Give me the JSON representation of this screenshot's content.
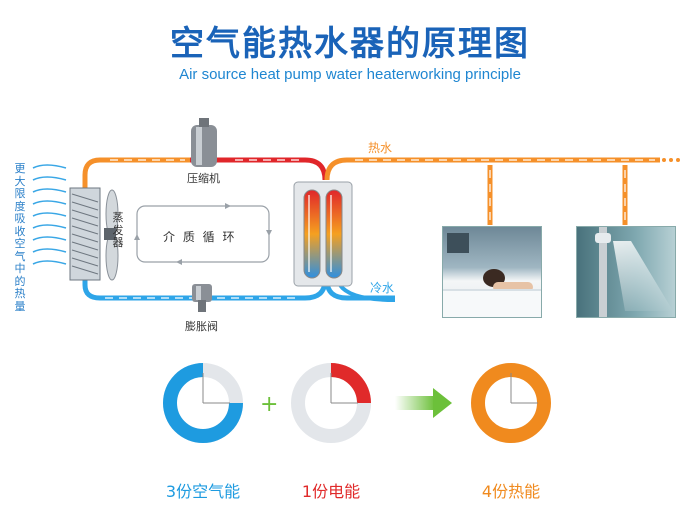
{
  "title": "空气能热水器的原理图",
  "subtitle": "Air source heat pump water heaterworking principle",
  "labels": {
    "compressor": "压缩机",
    "evaporator": "蒸发器",
    "cycle": "介 质 循 环",
    "expansion_valve": "膨胀阀",
    "hot_water": "热水",
    "cold_water": "冷水",
    "absorb_heat": "更大限度吸收空气中的热量"
  },
  "energy": [
    {
      "label": "3份空气能",
      "color": "#1e9be0",
      "fraction": 0.75
    },
    {
      "label": "1份电能",
      "color": "#e02a2a",
      "fraction": 0.25
    },
    {
      "label": "4份热能",
      "color": "#f08a1e",
      "fraction": 1.0
    }
  ],
  "plus": "+",
  "colors": {
    "hot": "#f5902a",
    "cold": "#2ea5e8",
    "title": "#1a63b8"
  }
}
